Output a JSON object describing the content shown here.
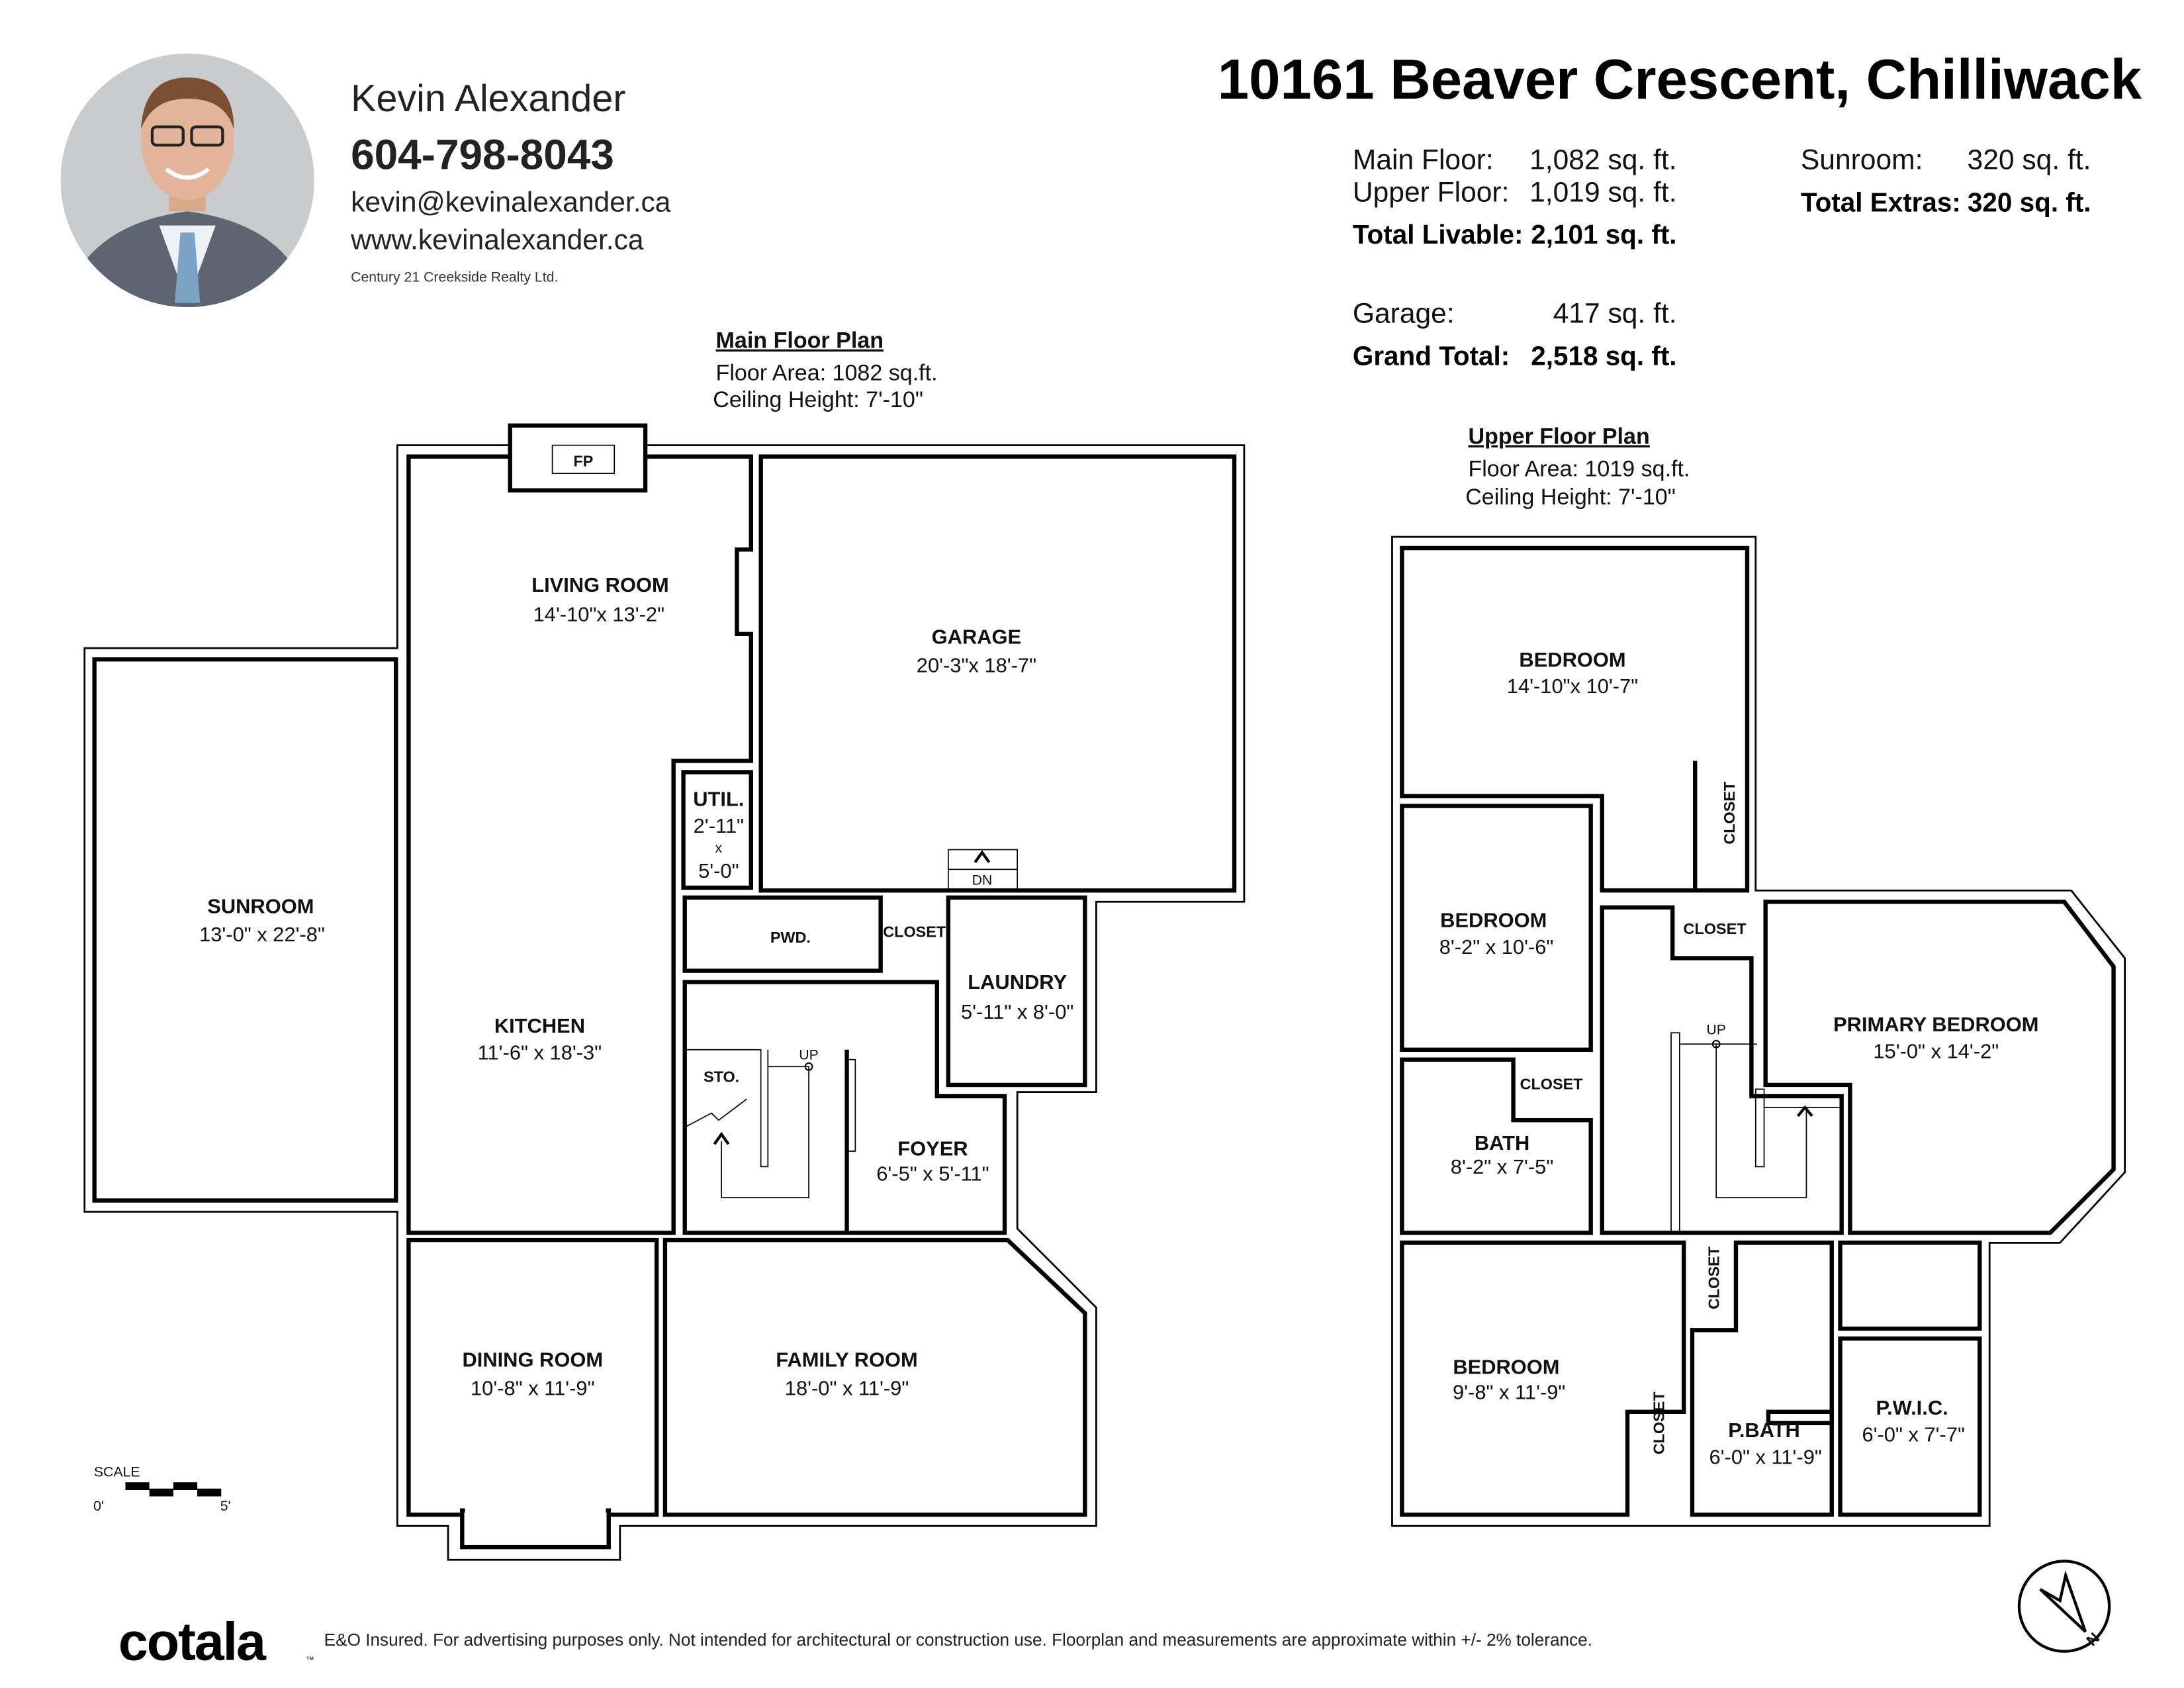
{
  "agent": {
    "name": "Kevin Alexander",
    "phone": "604-798-8043",
    "email": "kevin@kevinalexander.ca",
    "website": "www.kevinalexander.ca",
    "brokerage": "Century 21 Creekside Realty Ltd."
  },
  "property": {
    "address": "10161 Beaver Crescent, Chilliwack"
  },
  "stats": {
    "main_floor": {
      "label": "Main Floor:",
      "value": "1,082 sq. ft."
    },
    "upper_floor": {
      "label": "Upper Floor:",
      "value": "1,019 sq. ft."
    },
    "total_livable": {
      "label": "Total Livable:",
      "value": "2,101 sq. ft."
    },
    "garage": {
      "label": "Garage:",
      "value": "417 sq. ft."
    },
    "grand_total": {
      "label": "Grand Total:",
      "value": "2,518 sq. ft."
    },
    "sunroom": {
      "label": "Sunroom:",
      "value": "320 sq. ft."
    },
    "total_extras": {
      "label": "Total Extras:",
      "value": "320 sq. ft."
    }
  },
  "main_plan": {
    "title": "Main Floor Plan",
    "floor_area": "Floor Area: 1082 sq.ft.",
    "ceiling_height": "Ceiling Height: 7'-10\"",
    "fireplace": "FP",
    "stair_up": "UP",
    "stair_down": "DN",
    "rooms": {
      "living": {
        "name": "LIVING ROOM",
        "dims": "14'-10\"x 13'-2\""
      },
      "garage": {
        "name": "GARAGE",
        "dims": "20'-3\"x 18'-7\""
      },
      "util": {
        "name": "UTIL.",
        "dims1": "2'-11\"",
        "dims2": "x",
        "dims3": "5'-0\""
      },
      "sunroom": {
        "name": "SUNROOM",
        "dims": "13'-0\" x 22'-8\""
      },
      "pwd": {
        "name": "PWD."
      },
      "closet": {
        "name": "CLOSET"
      },
      "laundry": {
        "name": "LAUNDRY",
        "dims": "5'-11\" x  8'-0\""
      },
      "kitchen": {
        "name": "KITCHEN",
        "dims": "11'-6\" x 18'-3\""
      },
      "sto": {
        "name": "STO."
      },
      "foyer": {
        "name": "FOYER",
        "dims": "6'-5\"  x 5'-11\""
      },
      "dining": {
        "name": "DINING ROOM",
        "dims": "10'-8\" x 11'-9\""
      },
      "family": {
        "name": "FAMILY ROOM",
        "dims": "18'-0\" x 11'-9\""
      }
    }
  },
  "upper_plan": {
    "title": "Upper Floor Plan",
    "floor_area": "Floor Area: 1019 sq.ft.",
    "ceiling_height": "Ceiling Height: 7'-10\"",
    "stair_up": "UP",
    "rooms": {
      "bedroom1": {
        "name": "BEDROOM",
        "dims": "14'-10\"x 10'-7\""
      },
      "closet1": {
        "name": "CLOSET"
      },
      "bedroom2": {
        "name": "BEDROOM",
        "dims": "8'-2\"  x 10'-6\""
      },
      "closet2": {
        "name": "CLOSET"
      },
      "closet3": {
        "name": "CLOSET"
      },
      "bath": {
        "name": "BATH",
        "dims": "8'-2\"  x  7'-5\""
      },
      "primary": {
        "name": "PRIMARY BEDROOM",
        "dims": "15'-0\" x 14'-2\""
      },
      "closet4": {
        "name": "CLOSET"
      },
      "bedroom3": {
        "name": "BEDROOM",
        "dims": "9'-8\"  x 11'-9\""
      },
      "closet5": {
        "name": "CLOSET"
      },
      "pbath": {
        "name": "P.BATH",
        "dims": "6'-0\"  x 11'-9\""
      },
      "pwic": {
        "name": "P.W.I.C.",
        "dims": "6'-0\"  x  7'-7\""
      }
    }
  },
  "scale": {
    "label": "SCALE",
    "start": "0'",
    "end": "5'"
  },
  "compass": {
    "label": "N"
  },
  "footer": {
    "logo": "cotala",
    "trademark": "™",
    "disclaimer": "E&O Insured. For advertising purposes only. Not intended for architectural or construction use. Floorplan and measurements are approximate within +/- 2% tolerance."
  }
}
